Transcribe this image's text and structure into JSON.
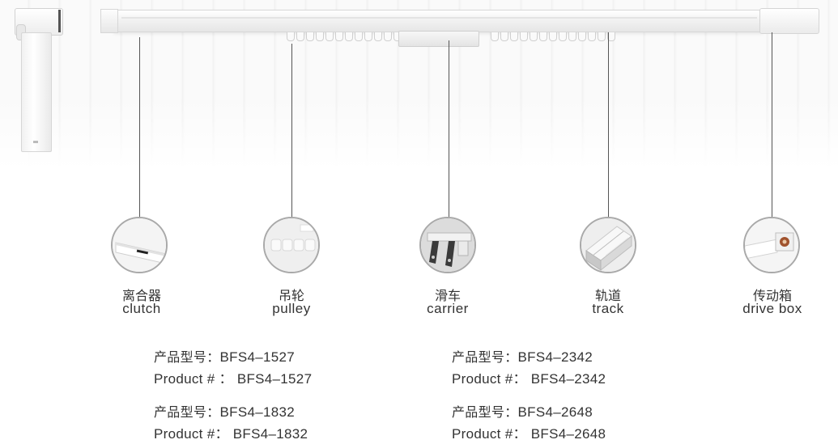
{
  "components": [
    {
      "key": "clutch",
      "cn": "离合器",
      "en": "clutch",
      "icon": "clutch-detail-icon"
    },
    {
      "key": "pulley",
      "cn": "吊轮",
      "en": "pulley",
      "icon": "pulley-detail-icon"
    },
    {
      "key": "carrier",
      "cn": "滑车",
      "en": "carrier",
      "icon": "carrier-detail-icon"
    },
    {
      "key": "track",
      "cn": "轨道",
      "en": "track",
      "icon": "track-profile-icon"
    },
    {
      "key": "drive_box",
      "cn": "传动箱",
      "en": "drive box",
      "icon": "drive-box-detail-icon"
    }
  ],
  "products": {
    "left": [
      {
        "cn_label": "产品型号：",
        "cn_code": "BFS4–1527",
        "en_label": "Product # ：",
        "en_code": "BFS4–1527"
      },
      {
        "cn_label": "产品型号：",
        "cn_code": "BFS4–1832",
        "en_label": "Product #：",
        "en_code": "BFS4–1832"
      }
    ],
    "right": [
      {
        "cn_label": "产品型号：",
        "cn_code": "BFS4–2342",
        "en_label": "Product #：",
        "en_code": "BFS4–2342"
      },
      {
        "cn_label": "产品型号：",
        "cn_code": "BFS4–2648",
        "en_label": "Product #：",
        "en_code": "BFS4–2648"
      }
    ]
  },
  "colors": {
    "text": "#333333",
    "leader_line": "#555555",
    "circle_border": "#a9a9a9",
    "track_white": "#f2f2f2"
  }
}
